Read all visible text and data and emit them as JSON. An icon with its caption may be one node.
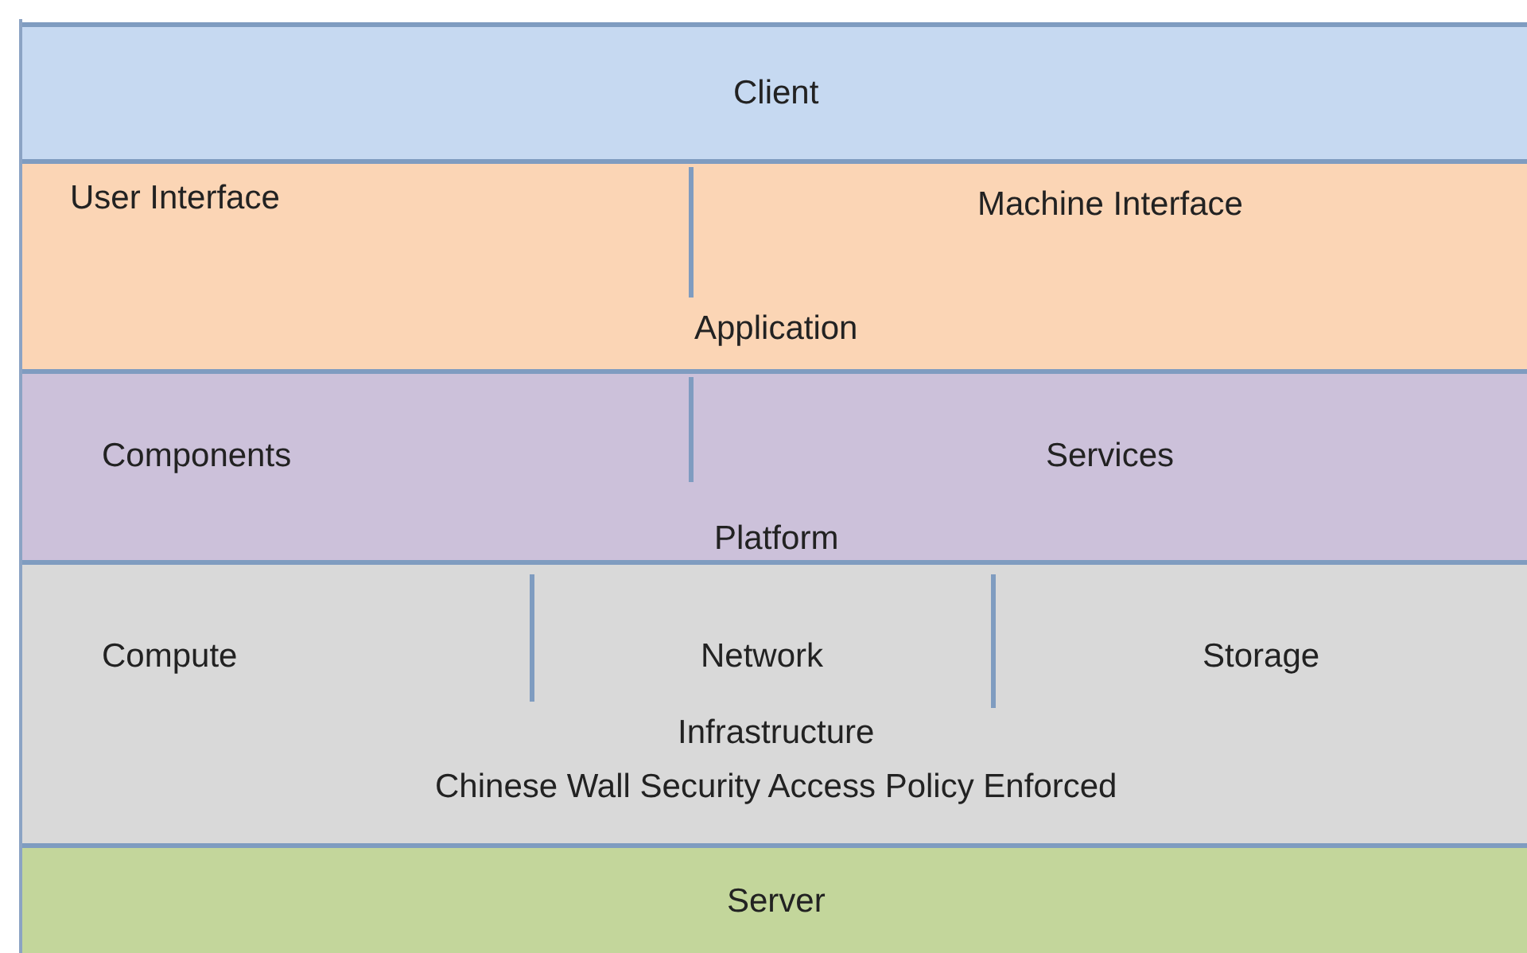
{
  "diagram": {
    "nodes": [
      {
        "text": [
          "Client"
        ]
      },
      {
        "text": [
          "Application"
        ]
      },
      {
        "text": [
          "User Interface"
        ],
        "in": 1
      },
      {
        "text": [
          "Machine Interface"
        ],
        "in": 1
      },
      {
        "text": [
          "Platform"
        ]
      },
      {
        "text": [
          "Components"
        ],
        "in": 4
      },
      {
        "text": [
          "Services"
        ],
        "in": 4
      },
      {
        "text": [
          "Infrastructure",
          "Chinese Wall Security Access Policy Enforced"
        ]
      },
      {
        "text": [
          "Compute"
        ],
        "in": 7
      },
      {
        "text": [
          "Network"
        ],
        "in": 7
      },
      {
        "text": [
          "Storage"
        ],
        "in": 7
      },
      {
        "text": [
          "Server"
        ]
      }
    ]
  }
}
